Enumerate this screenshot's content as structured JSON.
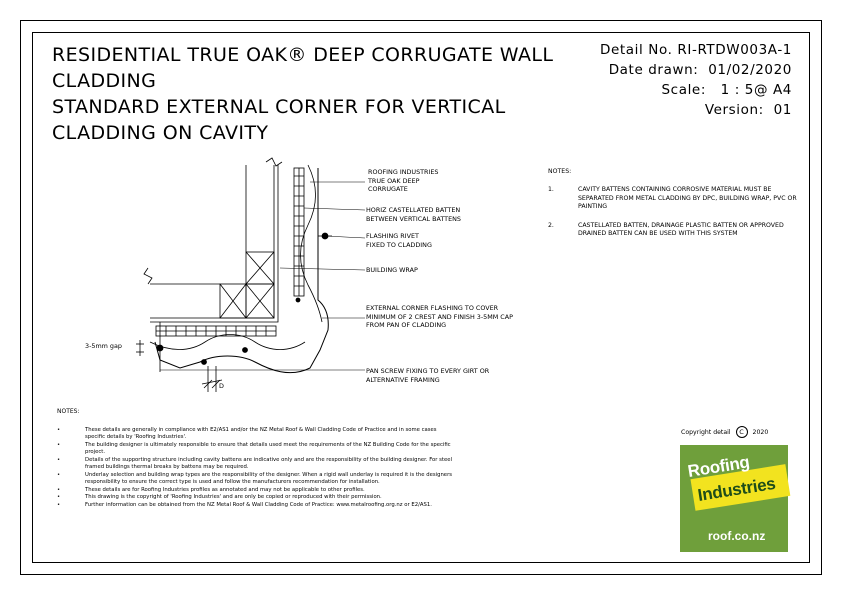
{
  "title": {
    "line1": "RESIDENTIAL TRUE OAK® DEEP CORRUGATE WALL",
    "line2": "CLADDING",
    "line3": "STANDARD EXTERNAL CORNER FOR VERTICAL",
    "line4": "CLADDING ON CAVITY"
  },
  "meta": {
    "detail_label": "Detail No.",
    "detail_value": "RI-RTDW003A-1",
    "date_label": "Date drawn:",
    "date_value": "01/02/2020",
    "scale_label": "Scale:",
    "scale_value": "1 : 5@ A4",
    "version_label": "Version:",
    "version_value": "01"
  },
  "labels": {
    "cladding": [
      "ROOFING INDUSTRIES",
      "TRUE OAK DEEP",
      "CORRUGATE"
    ],
    "batten": [
      "HORIZ CASTELLATED BATTEN",
      "BETWEEN VERTICAL BATTENS"
    ],
    "rivet": [
      "FLASHING RIVET",
      "FIXED TO CLADDING"
    ],
    "wrap": "BUILDING WRAP",
    "flashing": [
      "EXTERNAL CORNER FLASHING TO COVER",
      "MINIMUM OF 2 CREST AND FINISH 3-5mm CAP",
      "FROM PAN OF CLADDING"
    ],
    "screw": [
      "PAN SCREW FIXING TO EVERY GIRT OR",
      "ALTERNATIVE FRAMING"
    ],
    "gap": "3-5mm gap",
    "dim": "D"
  },
  "notes_right": {
    "heading": "NOTES:",
    "items": [
      {
        "num": "1.",
        "text": "CAVITY BATTENS CONTAINING CORROSIVE MATERIAL MUST BE SEPARATED FROM METAL CLADDING BY DPC, BUILDING WRAP, PVC OR PAINTING"
      },
      {
        "num": "2.",
        "text": "CASTELLATED BATTEN, DRAINAGE PLASTIC BATTEN OR APPROVED DRAINED BATTEN CAN BE USED WITH THIS SYSTEM"
      }
    ]
  },
  "notes_bottom": {
    "heading": "NOTES:",
    "items": [
      {
        "b": "•",
        "text": "These details are generally in compliance with E2/AS1 and/or the NZ Metal Roof & Wall Cladding Code of Practice and in some cases specific details by 'Roofing Industries'."
      },
      {
        "b": "•",
        "text": "The building designer is ultimately responsible to ensure that details used meet the requirements of the NZ Building Code for the specific project."
      },
      {
        "b": "•",
        "text": "Details of the supporting structure including cavity battens are indicative only and are the responsibility of the building designer. For steel framed buildings thermal breaks by battens may be required."
      },
      {
        "b": "•",
        "text": "Underlay selection and building wrap types are the responsibility of the designer. When a rigid wall underlay is required it is the designers responsibility to ensure the correct type is used and follow the manufacturers recommendation for installation."
      },
      {
        "b": "•",
        "text": "These details are for Roofing Industries profiles as annotated and may not be applicable to other profiles."
      },
      {
        "b": "•",
        "text": "This drawing is the copyright of 'Roofing Industries' and are only be copied or reproduced with their permission."
      },
      {
        "b": "•",
        "text": "Further information can be obtained from the NZ Metal Roof & Wall Cladding Code of Practice: www.metalroofing.org.nz or E2/AS1."
      }
    ]
  },
  "copyright": {
    "text": "Copyright detail",
    "symbol": "C",
    "year": "2020"
  },
  "logo": {
    "word1": "Roofing",
    "word2": "Industries",
    "url": "roof.co.nz",
    "green": "#6f9f3b",
    "yellow": "#f2e31f"
  }
}
